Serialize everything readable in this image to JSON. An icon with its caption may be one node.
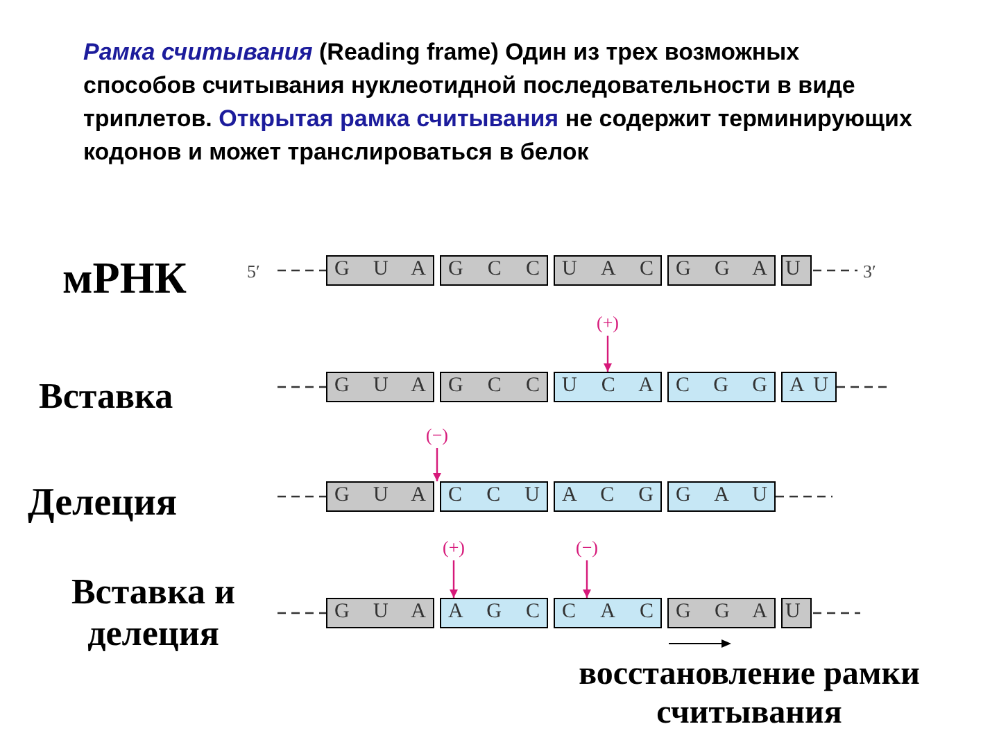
{
  "diagram": {
    "title": "*Рамка считывания* (Reading frame) Один из трех возможных способов считывания нуклеотидной последовательности в виде триплетов. **Открытая рамка считывания** не содержит терминирующих кодонов и может транслироваться в белок",
    "nodes": [
      {
        "text": [
          "G U A"
        ]
      },
      {
        "text": [
          "G C C"
        ]
      },
      {
        "text": [
          "U A C"
        ]
      },
      {
        "text": [
          "G G A"
        ]
      },
      {
        "text": [
          "U"
        ]
      },
      {
        "text": [
          "(+)"
        ]
      },
      {
        "text": [
          "G U A"
        ]
      },
      {
        "text": [
          "G C C"
        ]
      },
      {
        "text": [
          "U C A"
        ]
      },
      {
        "text": [
          "C G G"
        ]
      },
      {
        "text": [
          "A U"
        ]
      },
      {
        "text": [
          "(−)"
        ]
      },
      {
        "text": [
          "G U A"
        ]
      },
      {
        "text": [
          "C C U"
        ]
      },
      {
        "text": [
          "A C G"
        ]
      },
      {
        "text": [
          "G A U"
        ]
      },
      {
        "text": [
          "(+)"
        ]
      },
      {
        "text": [
          "(−)"
        ]
      },
      {
        "text": [
          "G U A"
        ]
      },
      {
        "text": [
          "A G C"
        ]
      },
      {
        "text": [
          "C A C"
        ]
      },
      {
        "text": [
          "G G A"
        ]
      },
      {
        "text": [
          "U"
        ]
      }
    ],
    "edges": [
      {
        "from": 5,
        "to": 8,
        "arrow": "to",
        "color": "#d6197a"
      },
      {
        "from": 11,
        "to": 13,
        "arrow": "to",
        "color": "#d6197a"
      },
      {
        "from": 16,
        "to": 19,
        "arrow": "to",
        "color": "#d6197a"
      },
      {
        "from": 17,
        "to": 20,
        "arrow": "to",
        "color": "#d6197a"
      }
    ],
    "labels": [
      "мРНК",
      "5′",
      "3′",
      "Вставка",
      "Делеция",
      "Вставка и делеция",
      "восстановление рамки считывания"
    ]
  }
}
